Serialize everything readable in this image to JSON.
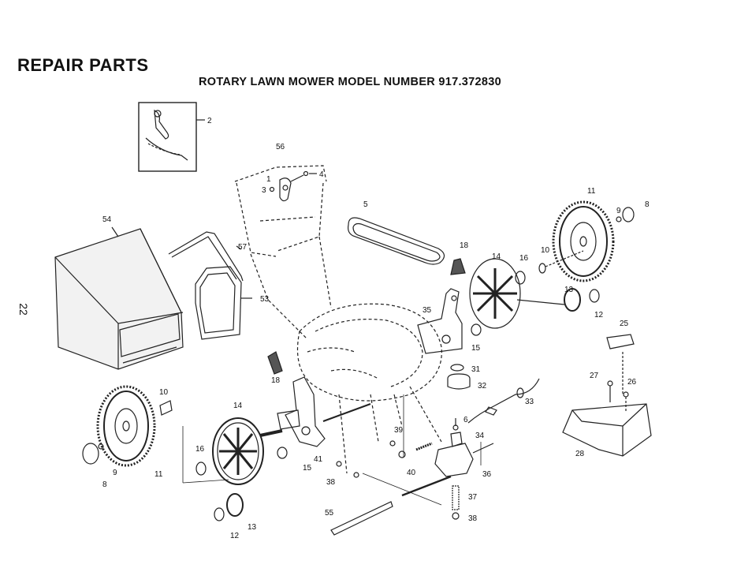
{
  "header": {
    "title": "REPAIR PARTS",
    "subtitle": "ROTARY LAWN MOWER MODEL NUMBER 917.372830",
    "page_number": "22"
  },
  "callouts": [
    {
      "id": "c2",
      "text": "2"
    },
    {
      "id": "c56a",
      "text": "56"
    },
    {
      "id": "c4",
      "text": "4"
    },
    {
      "id": "c1",
      "text": "1"
    },
    {
      "id": "c3",
      "text": "3"
    },
    {
      "id": "c5",
      "text": "5"
    },
    {
      "id": "c11a",
      "text": "11"
    },
    {
      "id": "c9a",
      "text": "9"
    },
    {
      "id": "c8a",
      "text": "8"
    },
    {
      "id": "c54",
      "text": "54"
    },
    {
      "id": "c57",
      "text": "57"
    },
    {
      "id": "c53",
      "text": "53"
    },
    {
      "id": "c18a",
      "text": "18"
    },
    {
      "id": "c14a",
      "text": "14"
    },
    {
      "id": "c16a",
      "text": "16"
    },
    {
      "id": "c10a",
      "text": "10"
    },
    {
      "id": "c13a",
      "text": "13"
    },
    {
      "id": "c12a",
      "text": "12"
    },
    {
      "id": "c35",
      "text": "35"
    },
    {
      "id": "c15a",
      "text": "15"
    },
    {
      "id": "c25",
      "text": "25"
    },
    {
      "id": "c31",
      "text": "31"
    },
    {
      "id": "c32",
      "text": "32"
    },
    {
      "id": "c18b",
      "text": "18"
    },
    {
      "id": "c27",
      "text": "27"
    },
    {
      "id": "c26",
      "text": "26"
    },
    {
      "id": "c33",
      "text": "33"
    },
    {
      "id": "c28",
      "text": "28"
    },
    {
      "id": "c10b",
      "text": "10"
    },
    {
      "id": "c14b",
      "text": "14"
    },
    {
      "id": "c6",
      "text": "6"
    },
    {
      "id": "c39",
      "text": "39"
    },
    {
      "id": "c34",
      "text": "34"
    },
    {
      "id": "c16b",
      "text": "16"
    },
    {
      "id": "c41",
      "text": "41"
    },
    {
      "id": "c15b",
      "text": "15"
    },
    {
      "id": "c40",
      "text": "40"
    },
    {
      "id": "c36",
      "text": "36"
    },
    {
      "id": "c9b",
      "text": "9"
    },
    {
      "id": "c11b",
      "text": "11"
    },
    {
      "id": "c8b",
      "text": "8"
    },
    {
      "id": "c38a",
      "text": "38"
    },
    {
      "id": "c37",
      "text": "37"
    },
    {
      "id": "c55",
      "text": "55"
    },
    {
      "id": "c38b",
      "text": "38"
    },
    {
      "id": "c13b",
      "text": "13"
    },
    {
      "id": "c12b",
      "text": "12"
    }
  ]
}
